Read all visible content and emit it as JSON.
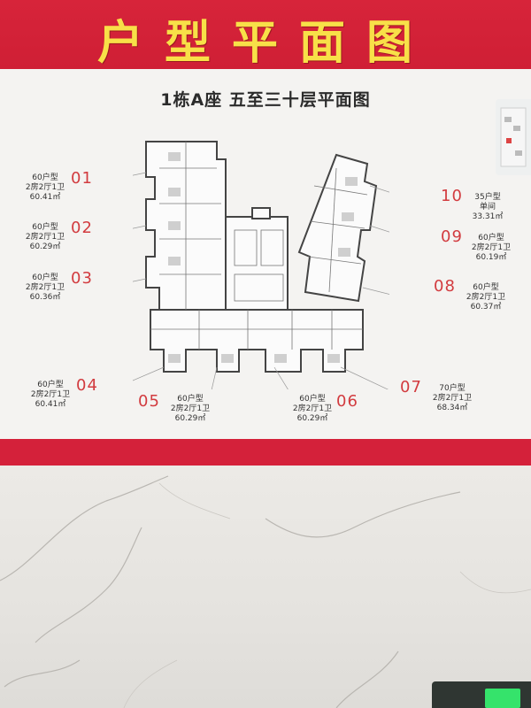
{
  "banner": {
    "title": "户型平面图"
  },
  "board": {
    "title": "1栋A座  五至三十层平面图"
  },
  "units": [
    {
      "num": "01",
      "type": "60户型",
      "layout": "2房2厅1卫",
      "area": "60.41㎡"
    },
    {
      "num": "02",
      "type": "60户型",
      "layout": "2房2厅1卫",
      "area": "60.29㎡"
    },
    {
      "num": "03",
      "type": "60户型",
      "layout": "2房2厅1卫",
      "area": "60.36㎡"
    },
    {
      "num": "04",
      "type": "60户型",
      "layout": "2房2厅1卫",
      "area": "60.41㎡"
    },
    {
      "num": "05",
      "type": "60户型",
      "layout": "2房2厅1卫",
      "area": "60.29㎡"
    },
    {
      "num": "06",
      "type": "60户型",
      "layout": "2房2厅1卫",
      "area": "60.29㎡"
    },
    {
      "num": "07",
      "type": "70户型",
      "layout": "2房2厅1卫",
      "area": "68.34㎡"
    },
    {
      "num": "08",
      "type": "60户型",
      "layout": "2房2厅1卫",
      "area": "60.37㎡"
    },
    {
      "num": "09",
      "type": "60户型",
      "layout": "2房2厅1卫",
      "area": "60.19㎡"
    },
    {
      "num": "10",
      "type": "35户型",
      "layout": "单间",
      "area": "33.31㎡"
    }
  ],
  "colors": {
    "banner_red": "#d4213a",
    "title_yellow": "#f8e048",
    "number_red": "#d23b3f"
  }
}
